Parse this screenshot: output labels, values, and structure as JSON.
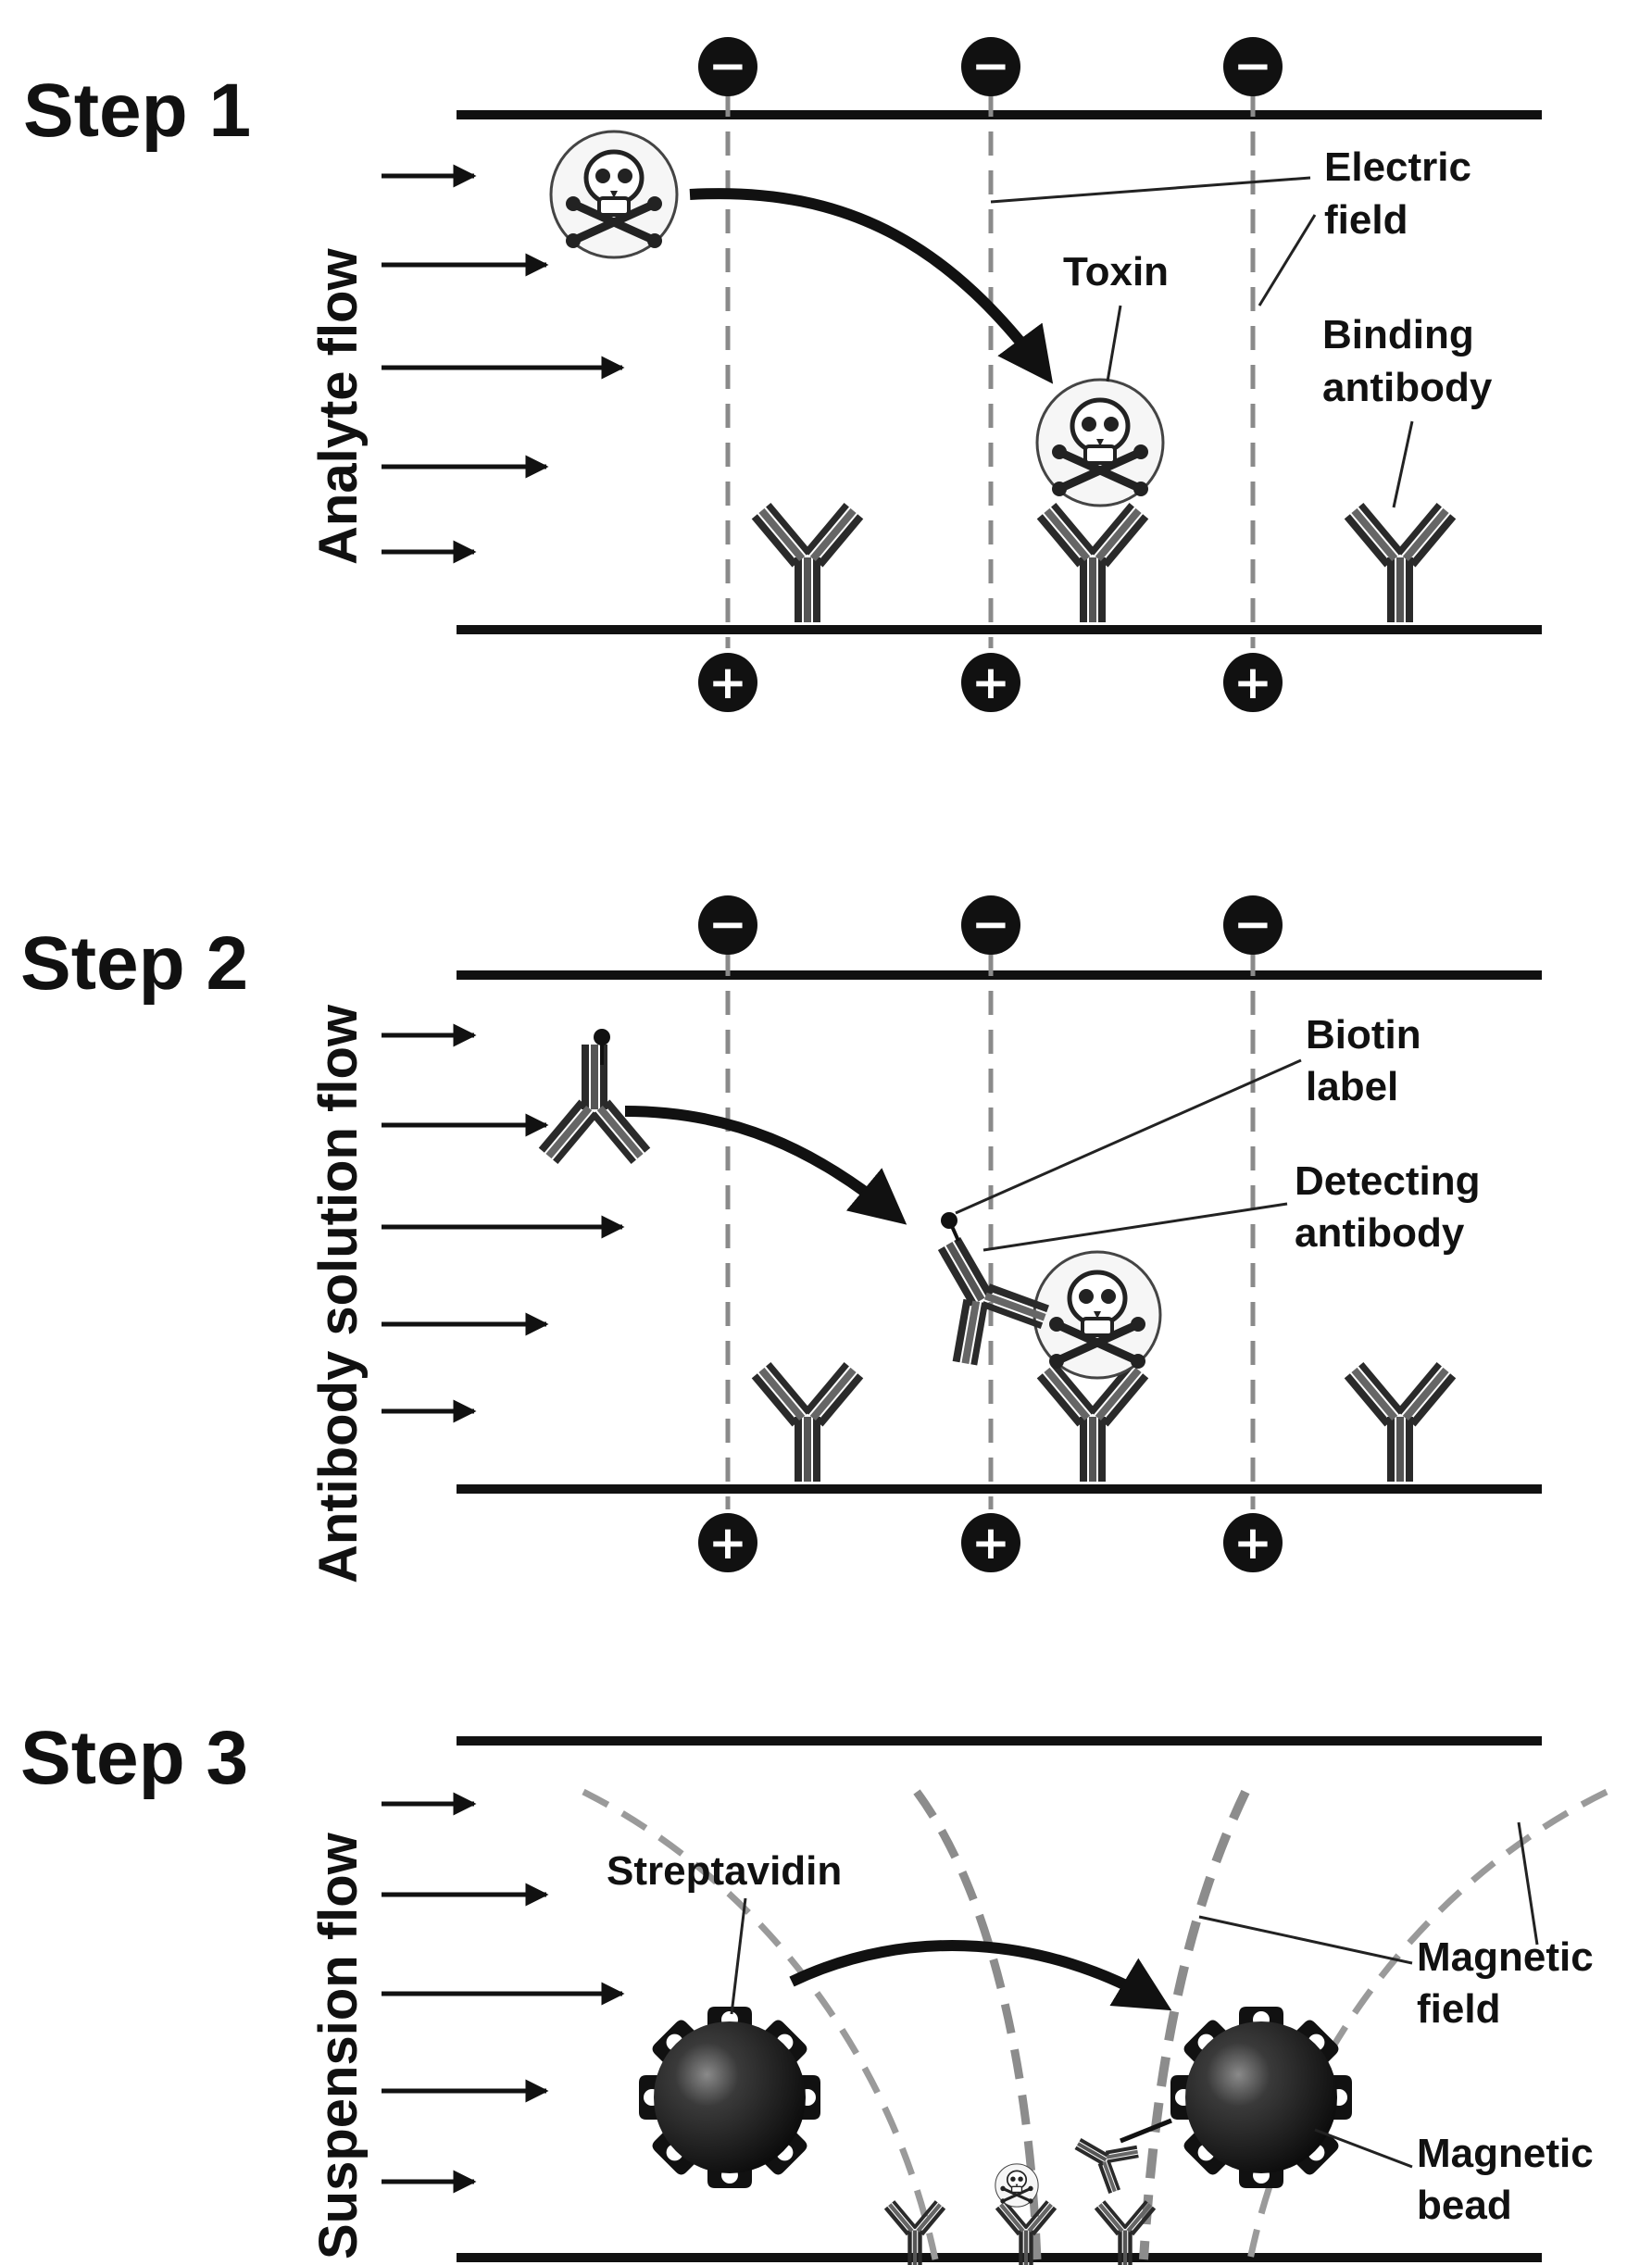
{
  "steps": [
    {
      "title": "Step 1",
      "flow": "Analyte flow",
      "labels": {
        "field_line1": "Electric",
        "field_line2": "field",
        "toxin": "Toxin",
        "ab_line1": "Binding",
        "ab_line2": "antibody"
      }
    },
    {
      "title": "Step 2",
      "flow": "Antibody solution flow",
      "labels": {
        "biotin_line1": "Biotin",
        "biotin_line2": "label",
        "det_line1": "Detecting",
        "det_line2": "antibody"
      }
    },
    {
      "title": "Step 3",
      "flow": "Suspension flow",
      "labels": {
        "strep": "Streptavidin",
        "mag_line1": "Magnetic",
        "mag_line2": "field",
        "bead_line1": "Magnetic",
        "bead_line2": "bead"
      }
    }
  ],
  "electrode": {
    "negative": "−",
    "positive": "+"
  },
  "colors": {
    "ink": "#111111",
    "field_dash": "#8a8a8a",
    "magnetic_field": "#9a9a9a",
    "bead": "#222222"
  }
}
